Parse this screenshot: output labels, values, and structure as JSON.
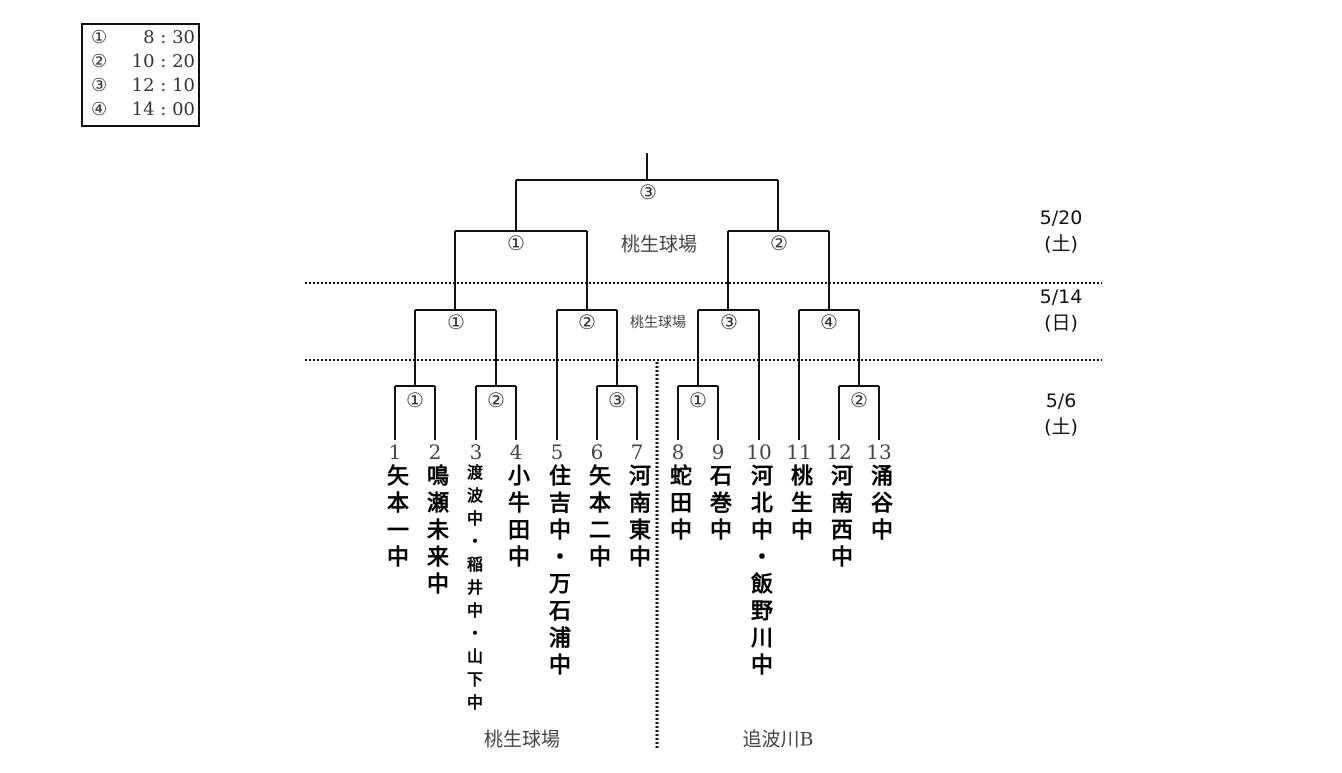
{
  "schedule": [
    {
      "mark": "①",
      "time": "8 : 30"
    },
    {
      "mark": "②",
      "time": "10 : 20"
    },
    {
      "mark": "③",
      "time": "12 : 10"
    },
    {
      "mark": "④",
      "time": "14 : 00"
    }
  ],
  "dates": {
    "final": {
      "date": "5/20",
      "day": "(土)"
    },
    "round2": {
      "date": "5/14",
      "day": "(日)"
    },
    "round1": {
      "date": "5/6",
      "day": "(土)"
    }
  },
  "venues": {
    "final": "桃生球場",
    "round2": "桃生球場",
    "round1_left": "桃生球場",
    "round1_right": "追波川B"
  },
  "games": {
    "final": "③",
    "semi_left": "①",
    "semi_right": "②",
    "r2_1": "①",
    "r2_2": "②",
    "r2_3": "③",
    "r2_4": "④",
    "r1_left_1": "①",
    "r1_left_2": "②",
    "r1_left_3": "③",
    "r1_right_1": "①",
    "r1_right_2": "②"
  },
  "teams": [
    {
      "no": "1",
      "name": "矢本一中"
    },
    {
      "no": "2",
      "name": "鳴瀬未来中"
    },
    {
      "no": "3",
      "name": "渡波中・稲井中・山下中"
    },
    {
      "no": "4",
      "name": "小牛田中"
    },
    {
      "no": "5",
      "name": "住吉中・万石浦中"
    },
    {
      "no": "6",
      "name": "矢本二中"
    },
    {
      "no": "7",
      "name": "河南東中"
    },
    {
      "no": "8",
      "name": "蛇田中"
    },
    {
      "no": "9",
      "name": "石巻中"
    },
    {
      "no": "10",
      "name": "河北中・飯野川中"
    },
    {
      "no": "11",
      "name": "桃生中"
    },
    {
      "no": "12",
      "name": "河南西中"
    },
    {
      "no": "13",
      "name": "涌谷中"
    }
  ]
}
